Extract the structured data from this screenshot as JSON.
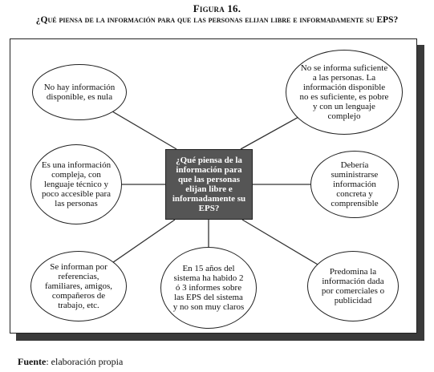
{
  "figure": {
    "label": "Figura 16.",
    "title": "¿Qué piensa de la información para que las personas elijan libre e informadamente su EPS?"
  },
  "diagram": {
    "center": "¿Qué piensa de la información para que las personas elijan libre e informadamente su EPS?",
    "nodes": {
      "top_left": "No hay información disponible, es nula",
      "top_right": "No se informa suficiente a las personas. La información disponible no es suficiente, es pobre y con un lenguaje complejo",
      "mid_left": "Es una información compleja, con lenguaje técnico y poco accesible para las personas",
      "mid_right": "Debería suministrarse información concreta y comprensible",
      "bottom_left": "Se informan por referencias, familiares, amigos, compañeros de trabajo, etc.",
      "bottom_center": "En 15 años del sistema ha habido 2 ó 3 informes sobre las EPS del sistema y no son muy claros",
      "bottom_right": "Predomina la información dada por comerciales o publicidad"
    }
  },
  "source": {
    "label": "Fuente",
    "text": ": elaboración propia"
  }
}
